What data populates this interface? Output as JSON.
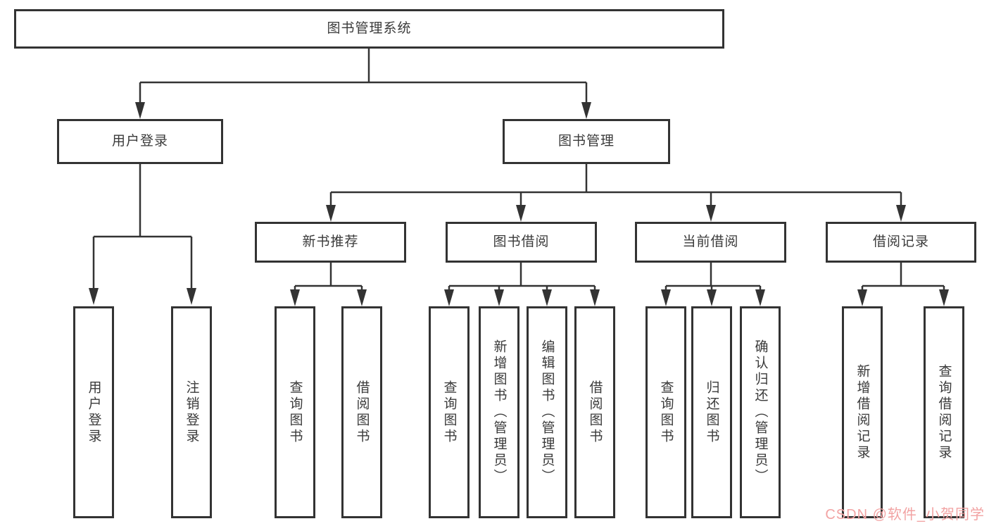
{
  "diagram_title": "图书管理系统",
  "nodes": {
    "root": "图书管理系统",
    "user_login": "用户登录",
    "book_management": "图书管理",
    "new_book_recommendation": "新书推荐",
    "book_borrowing": "图书借阅",
    "current_borrowing": "当前借阅",
    "borrowing_records": "借阅记录",
    "user_login_leaf": "用户登录",
    "logout_leaf": "注销登录",
    "query_books_rec": "查询图书",
    "borrow_books_rec": "借阅图书",
    "query_books_borrow": "查询图书",
    "add_books_admin": "新增图书（管理员）",
    "edit_books_admin": "编辑图书（管理员）",
    "borrow_books_borrow": "借阅图书",
    "query_books_current": "查询图书",
    "return_books": "归还图书",
    "confirm_return_admin": "确认归还（管理员）",
    "add_borrow_record": "新增借阅记录",
    "query_borrow_record": "查询借阅记录"
  },
  "hierarchy": {
    "图书管理系统": {
      "用户登录": [
        "用户登录",
        "注销登录"
      ],
      "图书管理": {
        "新书推荐": [
          "查询图书",
          "借阅图书"
        ],
        "图书借阅": [
          "查询图书",
          "新增图书（管理员）",
          "编辑图书（管理员）",
          "借阅图书"
        ],
        "当前借阅": [
          "查询图书",
          "归还图书",
          "确认归还（管理员）"
        ],
        "借阅记录": [
          "新增借阅记录",
          "查询借阅记录"
        ]
      }
    }
  },
  "watermark": {
    "text": "CSDN @软件_小贺同学",
    "color": "#f2a3a3"
  },
  "colors": {
    "line": "#333333",
    "box_border": "#333333",
    "text": "#3a3a3a",
    "background": "#ffffff"
  }
}
